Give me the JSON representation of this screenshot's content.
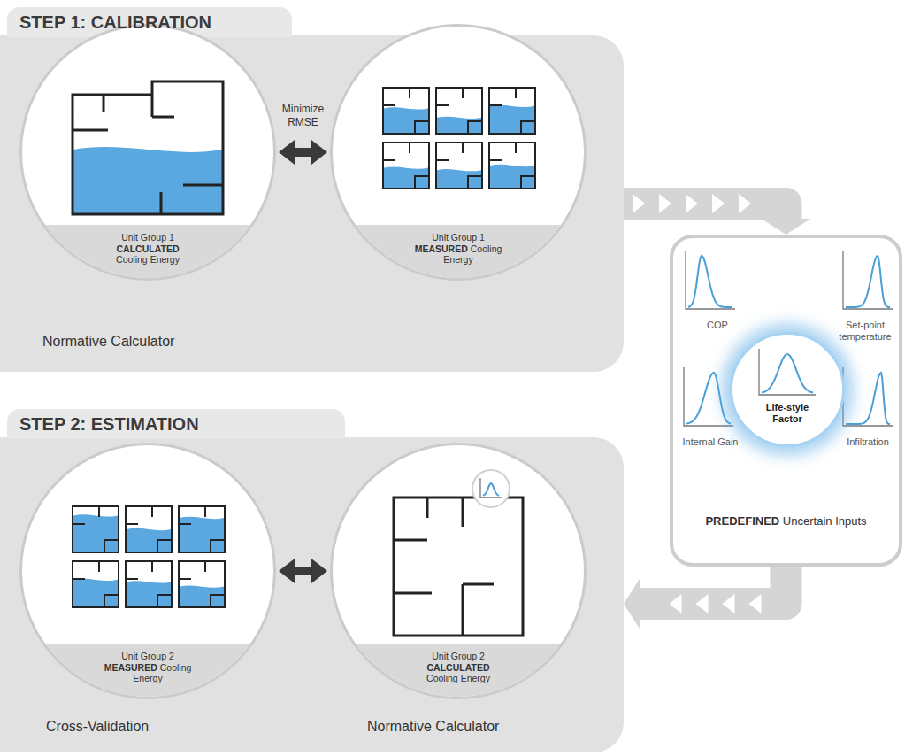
{
  "diagram": {
    "nodes": [
      {
        "text": [
          "STEP 1: CALIBRATION"
        ]
      },
      {
        "text": [
          "Unit Group 1 CALCULATED Cooling Energy",
          "Normative Calculator"
        ],
        "in": 0
      },
      {
        "text": [
          "Unit Group 1 MEASURED Cooling Energy"
        ],
        "in": 0
      },
      {
        "text": [
          "PREDEFINED Uncertain Inputs"
        ]
      },
      {
        "text": [
          "Life-style Factor"
        ],
        "in": 3
      },
      {
        "text": [
          "STEP 2: ESTIMATION"
        ]
      },
      {
        "text": [
          "Unit Group 2 MEASURED Cooling Energy",
          "Cross-Validation"
        ],
        "in": 5
      },
      {
        "text": [
          "Unit Group 2 CALCULATED Cooling Energy",
          "Normative Calculator"
        ],
        "in": 5
      }
    ],
    "edges": [
      {
        "from": 1,
        "to": 2,
        "label": "Minimize RMSE",
        "arrow": "both"
      },
      {
        "from": 0,
        "to": 3,
        "arrow": "to"
      },
      {
        "from": 3,
        "to": 5,
        "arrow": "to"
      },
      {
        "from": 6,
        "to": 7,
        "arrow": "both"
      }
    ],
    "labels": [
      "COP",
      "Set-point temperature",
      "Internal Gain",
      "Infiltration"
    ]
  }
}
